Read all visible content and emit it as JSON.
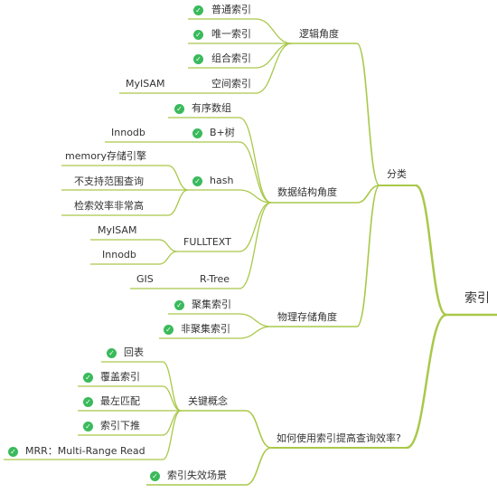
{
  "colors": {
    "branch": "#a9c84a",
    "check": "#3aba5c",
    "text": "#333333"
  },
  "icons": {
    "check": "check-circle-icon"
  },
  "mindmap": {
    "root": "索引",
    "classification": {
      "label": "分类",
      "logical": {
        "label": "逻辑角度",
        "items": [
          "普通索引",
          "唯一索引",
          "组合索引",
          "空间索引"
        ],
        "spatial_engine": "MyISAM"
      },
      "data_structure": {
        "label": "数据结构角度",
        "ordered_array": "有序数组",
        "btree": {
          "label": "B+树",
          "engine": "Innodb"
        },
        "hash": {
          "label": "hash",
          "notes": [
            "memory存储引擎",
            "不支持范围查询",
            "检索效率非常高"
          ]
        },
        "fulltext": {
          "label": "FULLTEXT",
          "engines": [
            "MyISAM",
            "Innodb"
          ]
        },
        "rtree": {
          "label": "R-Tree",
          "note": "GIS"
        }
      },
      "physical": {
        "label": "物理存储角度",
        "items": [
          "聚集索引",
          "非聚集索引"
        ]
      }
    },
    "efficiency": {
      "label": "如何使用索引提高查询效率?",
      "key_concepts": {
        "label": "关键概念",
        "items": [
          "回表",
          "覆盖索引",
          "最左匹配",
          "索引下推",
          "MRR：Multi-Range Read"
        ]
      },
      "failure": "索引失效场景"
    }
  }
}
